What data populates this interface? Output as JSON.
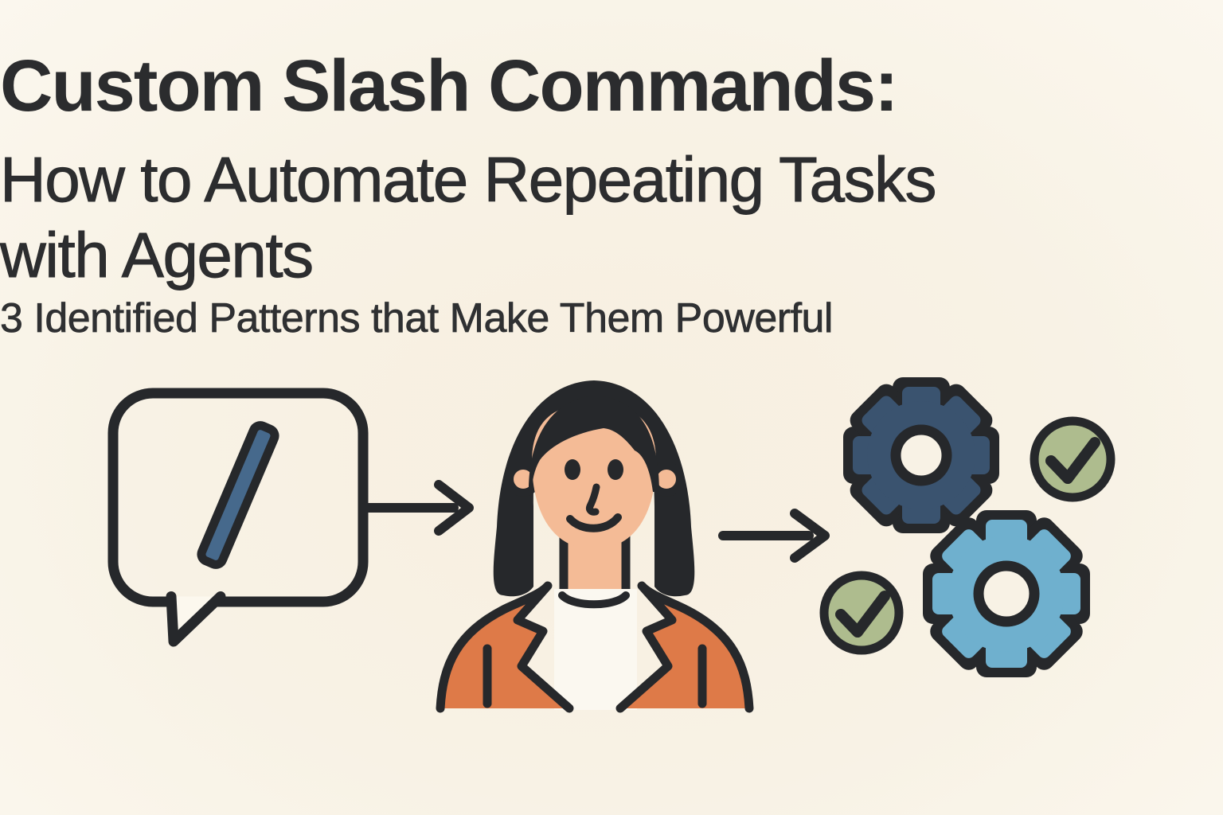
{
  "header": {
    "title": "Custom Slash Commands:",
    "subtitle_line1": "How to Automate Repeating Tasks",
    "subtitle_line2": "with Agents",
    "tagline": "3 Identified Patterns that Make Them Powerful"
  },
  "illustration": {
    "slash_symbol": "/",
    "flow": [
      "speech-bubble-slash",
      "person-agent",
      "gears-with-checkmarks"
    ],
    "icons": [
      "speech-bubble-icon",
      "slash-icon",
      "arrow-right-icon",
      "person-agent-icon",
      "gear-dark-icon",
      "gear-light-icon",
      "check-circle-icon"
    ]
  },
  "colors": {
    "background": "#f8f2e5",
    "ink": "#26282b",
    "text": "#2b2c2e",
    "bubble_fill": "#fcf8ee",
    "slash_blue": "#46698c",
    "gear_dark_blue": "#3a536f",
    "gear_light_blue": "#6fb0ce",
    "check_green": "#aebc8e",
    "jacket_orange": "#de7a48",
    "skin": "#f4bb96",
    "shirt": "#fbf8f0",
    "hair": "#26282b"
  }
}
